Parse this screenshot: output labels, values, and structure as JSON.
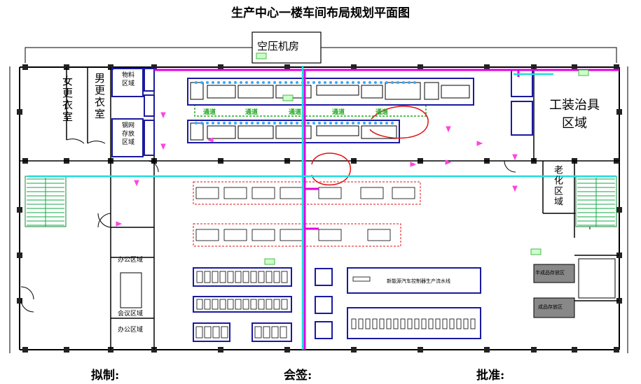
{
  "title": "生产中心一楼车间布局规划平面图",
  "rooms": {
    "air_compressor": "空压机房",
    "female_locker": "女更衣室",
    "male_locker": "男更衣室",
    "material_area": "物料区域",
    "steel_mesh_area": "钢网存放区域",
    "fixture_area": "工装治具区域",
    "aging_area": "老化区域",
    "office_area_1": "办公区域",
    "meeting_area": "会议区域",
    "office_area_2": "办公区域",
    "line_marker": "新能源汽车控制器生产流水线",
    "area_1": "半成品存放区",
    "area_2": "成品存放区"
  },
  "aisle_label": "通道",
  "signature": {
    "drafted": "拟制:",
    "countersign": "会签:",
    "approved": "批准:"
  },
  "colors": {
    "wall": "#000000",
    "pipe_magenta": "#e000e0",
    "pipe_cyan": "#22dddd",
    "equipment_blue": "#1a1aa0",
    "dashed_red": "#e01010",
    "aisle_green": "#22aa22",
    "stair_green": "#11aa44"
  }
}
